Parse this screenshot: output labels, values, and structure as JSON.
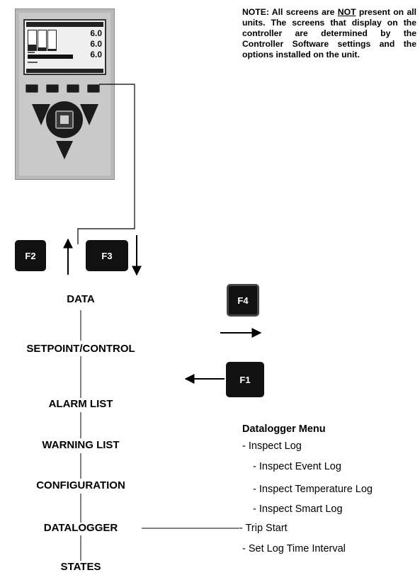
{
  "note": {
    "prefix": "NOTE: All screens are ",
    "emphasis": "NOT",
    "suffix": " present on all units. The screens that display on the controller are determined by the Controller Software settings and the options installed on the unit."
  },
  "device": {
    "readouts": [
      "6.0",
      "6.0",
      "6.0"
    ]
  },
  "keys": {
    "f1": "F1",
    "f2": "F2",
    "f3": "F3",
    "f4": "F4"
  },
  "menu": {
    "data": "DATA",
    "setpoint_control": "SETPOINT/CONTROL",
    "alarm_list": "ALARM LIST",
    "warning_list": "WARNING LIST",
    "configuration": "CONFIGURATION",
    "datalogger": "DATALOGGER",
    "states": "STATES"
  },
  "datalogger_menu": {
    "title": "Datalogger Menu",
    "items": [
      "- Inspect Log",
      "- Inspect Event Log",
      "- Inspect Temperature Log",
      "- Inspect Smart Log",
      "- Trip Start",
      "- Set Log Time Interval"
    ]
  },
  "colors": {
    "key_background": "#111111",
    "line": "#000000"
  }
}
